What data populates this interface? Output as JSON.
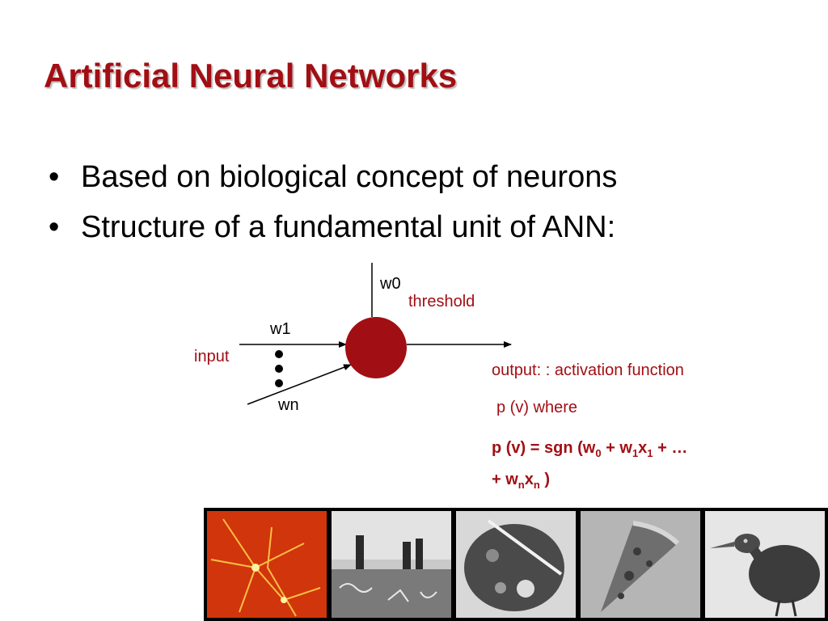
{
  "slide": {
    "title": "Artificial Neural Networks",
    "bullets": [
      "Based on biological concept of neurons",
      "Structure of a fundamental unit of ANN:"
    ]
  },
  "diagram": {
    "w0": "w0",
    "threshold": "threshold",
    "w1": "w1",
    "input": "input",
    "wn": "wn",
    "output": "output: : activation function",
    "where": "p (v) where",
    "formula_line1_parts": [
      "p (v)  = sgn (w",
      "0",
      " + w",
      "1",
      "x",
      "1",
      " + …"
    ],
    "formula_line2_parts": [
      "+ w",
      "n",
      "x",
      "n",
      " )"
    ],
    "neuron_color": "#a10f14",
    "label_color": "#a10f14"
  },
  "photos": [
    {
      "icon": "neuron-image"
    },
    {
      "icon": "berlin-wall-image"
    },
    {
      "icon": "paint-palette-image"
    },
    {
      "icon": "pizza-slice-image"
    },
    {
      "icon": "bird-image"
    }
  ]
}
